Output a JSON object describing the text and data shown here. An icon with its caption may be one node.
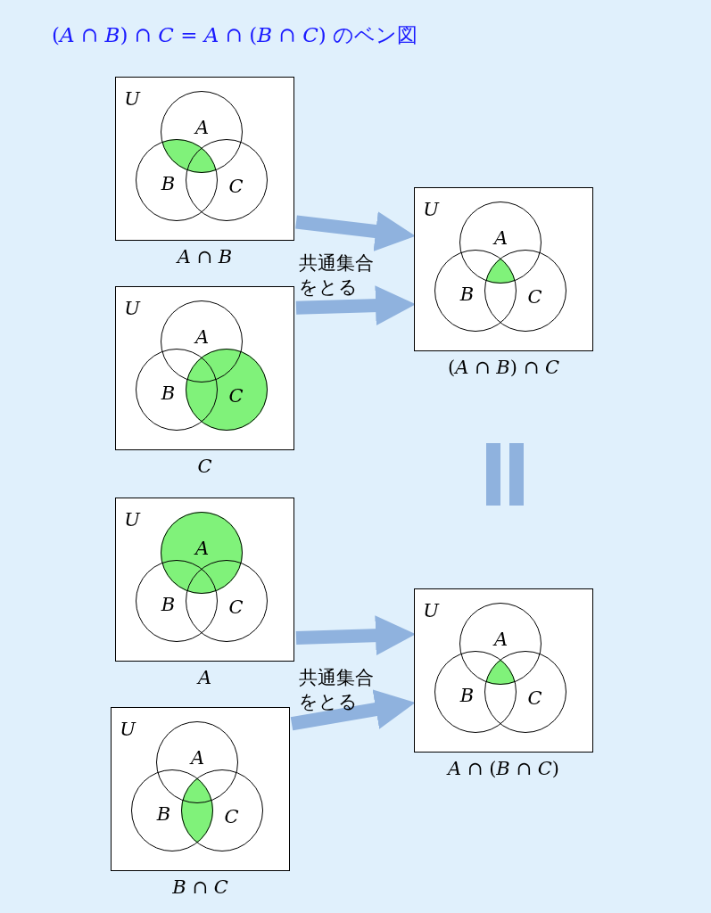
{
  "diagram": {
    "title": "(*A* ∩ *B*) ∩ *C* = *A* ∩ (*B* ∩ *C*) のベン図",
    "nodes": [
      {
        "text": [
          "U"
        ],
        "beside": [
          "*A* ∩ *B*"
        ]
      },
      {
        "text": [
          "A"
        ],
        "in": 0
      },
      {
        "text": [
          "B"
        ],
        "in": 0
      },
      {
        "text": [
          "C"
        ],
        "in": 0
      },
      {
        "text": [],
        "shape": "region",
        "in": 0
      },
      {
        "text": [
          "U"
        ],
        "beside": [
          "(*A* ∩ *B*) ∩ *C*"
        ]
      },
      {
        "text": [
          "A"
        ],
        "in": 5
      },
      {
        "text": [
          "B"
        ],
        "in": 5
      },
      {
        "text": [
          "C"
        ],
        "in": 5
      },
      {
        "text": [],
        "shape": "region",
        "in": 5
      },
      {
        "text": [
          "U"
        ],
        "beside": [
          "*C*"
        ]
      },
      {
        "text": [
          "A"
        ],
        "in": 10
      },
      {
        "text": [
          "B"
        ],
        "in": 10
      },
      {
        "text": [
          "C"
        ],
        "in": 10
      },
      {
        "text": [],
        "shape": "region",
        "in": 10
      },
      {
        "text": [
          "U"
        ],
        "beside": [
          "*A*"
        ]
      },
      {
        "text": [
          "A"
        ],
        "in": 15
      },
      {
        "text": [
          "B"
        ],
        "in": 15
      },
      {
        "text": [
          "C"
        ],
        "in": 15
      },
      {
        "text": [],
        "shape": "region",
        "in": 15
      },
      {
        "text": [
          "U"
        ],
        "beside": [
          "*A* ∩ (*B* ∩ *C*)"
        ]
      },
      {
        "text": [
          "A"
        ],
        "in": 20
      },
      {
        "text": [
          "B"
        ],
        "in": 20
      },
      {
        "text": [
          "C"
        ],
        "in": 20
      },
      {
        "text": [],
        "shape": "region",
        "in": 20
      },
      {
        "text": [
          "U"
        ],
        "beside": [
          "*B* ∩ *C*"
        ]
      },
      {
        "text": [
          "A"
        ],
        "in": 25
      },
      {
        "text": [
          "B"
        ],
        "in": 25
      },
      {
        "text": [
          "C"
        ],
        "in": 25
      },
      {
        "text": [],
        "shape": "region",
        "in": 25
      }
    ],
    "edges": [
      {
        "from": 0,
        "to": 5,
        "arrow": "to"
      },
      {
        "from": 10,
        "to": 5,
        "arrow": "to"
      },
      {
        "from": 15,
        "to": 20,
        "arrow": "to"
      },
      {
        "from": 25,
        "to": 20,
        "arrow": "to"
      }
    ],
    "labels": [
      "共通集合をとる",
      "共通集合をとる"
    ]
  }
}
